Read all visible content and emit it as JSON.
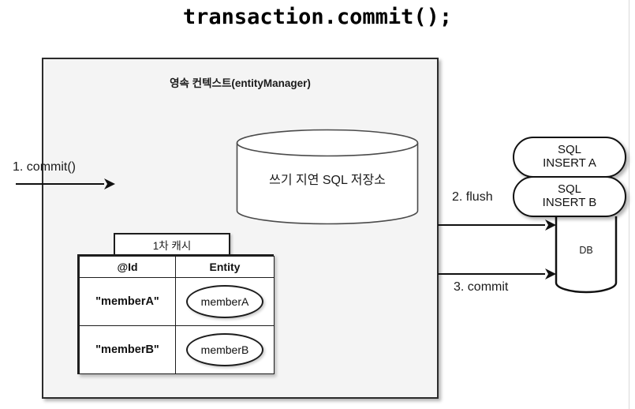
{
  "title": "transaction.commit();",
  "persistence_context": {
    "header": "영속 컨텍스트(entityManager)",
    "sql_store_label": "쓰기 지연 SQL 저장소",
    "cache_tab_label": "1차 캐시",
    "cache_table": {
      "columns": [
        "@Id",
        "Entity"
      ],
      "rows": [
        {
          "id": "\"memberA\"",
          "entity": "memberA"
        },
        {
          "id": "\"memberB\"",
          "entity": "memberB"
        }
      ]
    }
  },
  "sql_statements": [
    {
      "line1": "SQL",
      "line2": "INSERT A"
    },
    {
      "line1": "SQL",
      "line2": "INSERT B"
    }
  ],
  "database": {
    "label": "DB"
  },
  "steps": [
    {
      "label": "1. commit()"
    },
    {
      "label": "2. flush"
    },
    {
      "label": "3. commit"
    }
  ],
  "colors": {
    "box_fill": "#f4f4f4",
    "box_stroke": "#2b2b2b",
    "shape_stroke": "#1d1d1d",
    "text": "#111111",
    "page_edge": "#d9d9d9"
  }
}
